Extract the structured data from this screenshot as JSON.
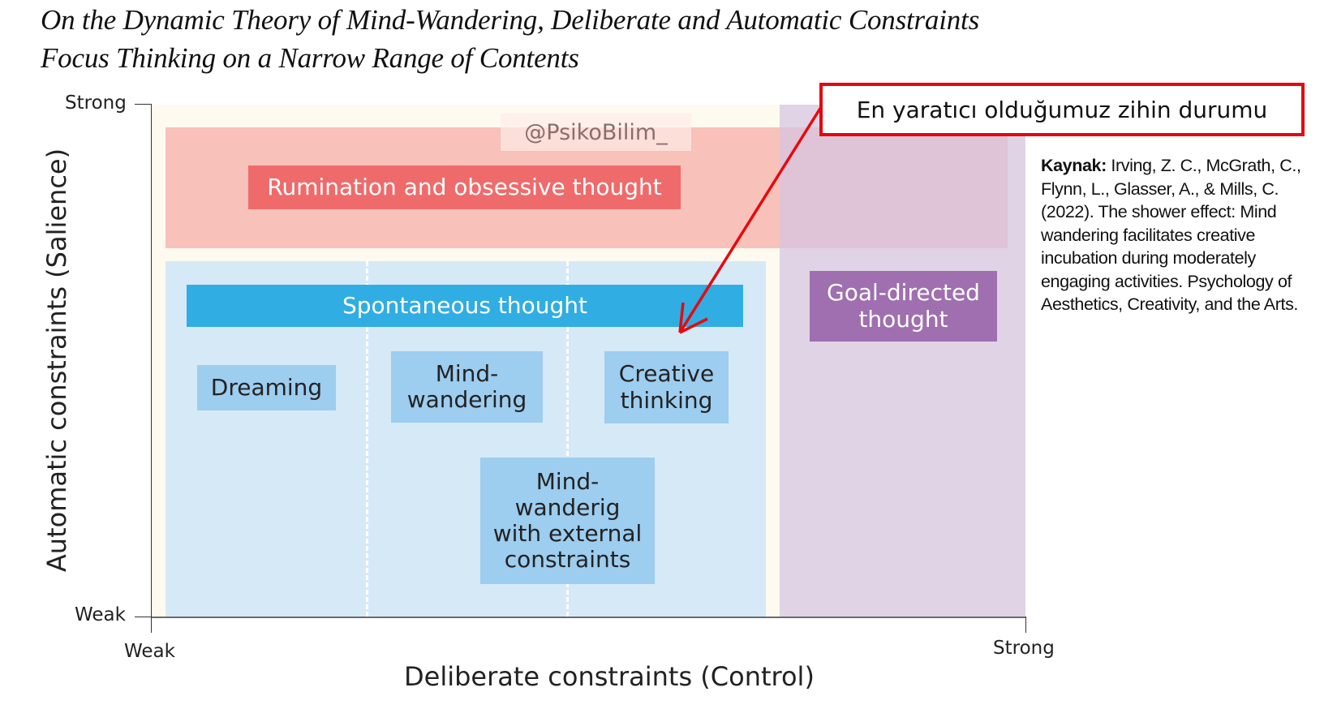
{
  "title": {
    "line1": "On the Dynamic Theory of Mind-Wandering, Deliberate and Automatic Constraints",
    "line2": "Focus Thinking on a Narrow Range of Contents"
  },
  "watermark": "@PsikoBilim_",
  "axes": {
    "y_label": "Automatic constraints (Salience)",
    "x_label": "Deliberate constraints (Control)",
    "y_ticks": {
      "top": "Strong",
      "bottom": "Weak"
    },
    "x_ticks": {
      "left": "Weak",
      "right": "Strong"
    }
  },
  "regions": {
    "rumination": "Rumination and obsessive thought",
    "spontaneous": "Spontaneous thought",
    "goal_directed": "Goal-directed thought",
    "dreaming": "Dreaming",
    "mind_wandering": "Mind-wandering",
    "creative_thinking": "Creative thinking",
    "mind_wandering_external": "Mind-wanderig with external constraints"
  },
  "callout": {
    "text": "En yaratıcı olduğumuz zihin durumu",
    "color": "#e3070f"
  },
  "reference": {
    "label": "Kaynak:",
    "text": " Irving, Z. C., McGrath, C., Flynn, L., Glasser, A., & Mills, C. (2022). The shower effect: Mind wandering facilitates creative incubation during moderately engaging activities. Psychology of Aesthetics, Creativity, and the Arts."
  },
  "colors": {
    "rumination_band": "#f8c1b9",
    "rumination_label": "#ef6b6b",
    "spontaneous_area": "#d6e9f7",
    "spontaneous_label": "#30ade3",
    "sub_label": "#9dcdef",
    "goal_area": "#e3d8ea",
    "goal_label": "#9f6faf"
  }
}
